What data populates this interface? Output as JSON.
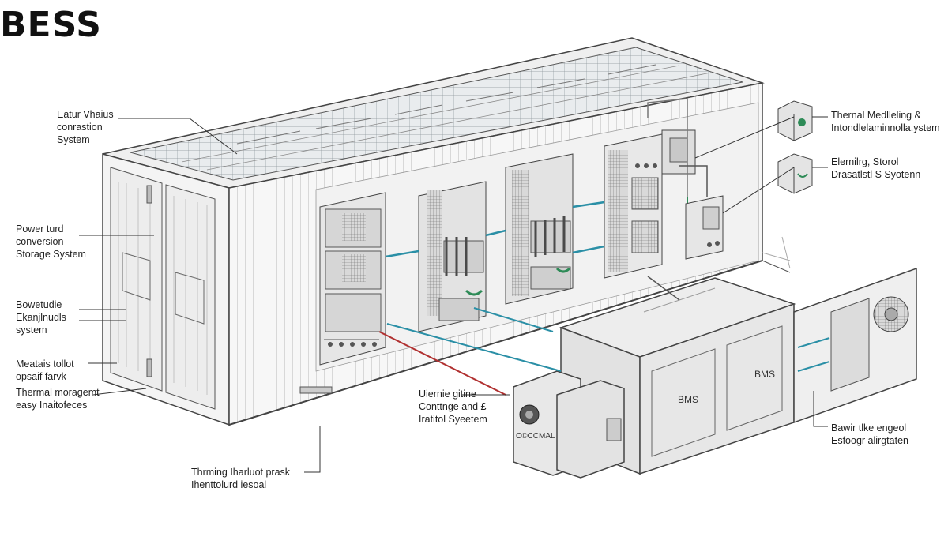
{
  "title": "BESS",
  "labels": {
    "top_left": [
      "Eatur Vhaius",
      "conrastion",
      "System"
    ],
    "power_conversion": [
      "Power turd",
      "conversion",
      "Storage System"
    ],
    "bowe_system": [
      "Bowetudie",
      "Ekanjlnudls",
      "system"
    ],
    "meatais": [
      "Meatais tollot",
      "opsaif farvk"
    ],
    "thermal_interfaces": [
      "Thermal moragemt",
      "easy Inaitofeces"
    ],
    "thermal_bottom": [
      "Thrming Iharluot prask",
      "Ihenttolurd iesoal"
    ],
    "center_bottom": [
      "Uiernie gitine",
      "Conttnge and £",
      "Iratitol Syeetem"
    ],
    "top_right_1": [
      "Thernal Medlleling &",
      "Intondlelaminnolla.ystem"
    ],
    "top_right_2": [
      "Elernilrg, Storol",
      "Drasatlstl S Syotenn"
    ],
    "bottom_right": [
      "Bawir tlke engeol",
      "Esfoogr alirgtaten"
    ]
  },
  "bms_labels": [
    "BMS",
    "BMS"
  ],
  "unit_plate": "C©CCMAL"
}
